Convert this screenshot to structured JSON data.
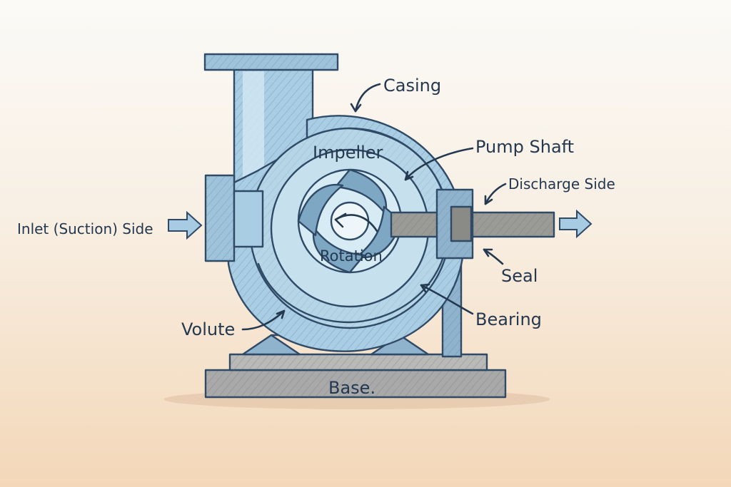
{
  "colors": {
    "metal_light": "#bcd8e8",
    "metal_mid": "#9fc3da",
    "metal_dark": "#7ea7c4",
    "outline": "#2f4a66",
    "shaft": "#9a9a96",
    "base": "#a9a9a9",
    "ink": "#24384f"
  },
  "labels": {
    "casing": "Casing",
    "impeller": "Impeller",
    "pump_shaft": "Pump Shaft",
    "discharge_side": "Discharge Side",
    "inlet_side": "Inlet (Suction) Side",
    "rotation": "Rotation",
    "seal": "Seal",
    "bearing": "Bearing",
    "volute": "Volute",
    "base": "Base."
  },
  "icons": {
    "inlet_arrow": "arrow-right-icon",
    "discharge_arrow": "arrow-right-icon",
    "rotation_arrow": "curved-arrow-icon"
  }
}
